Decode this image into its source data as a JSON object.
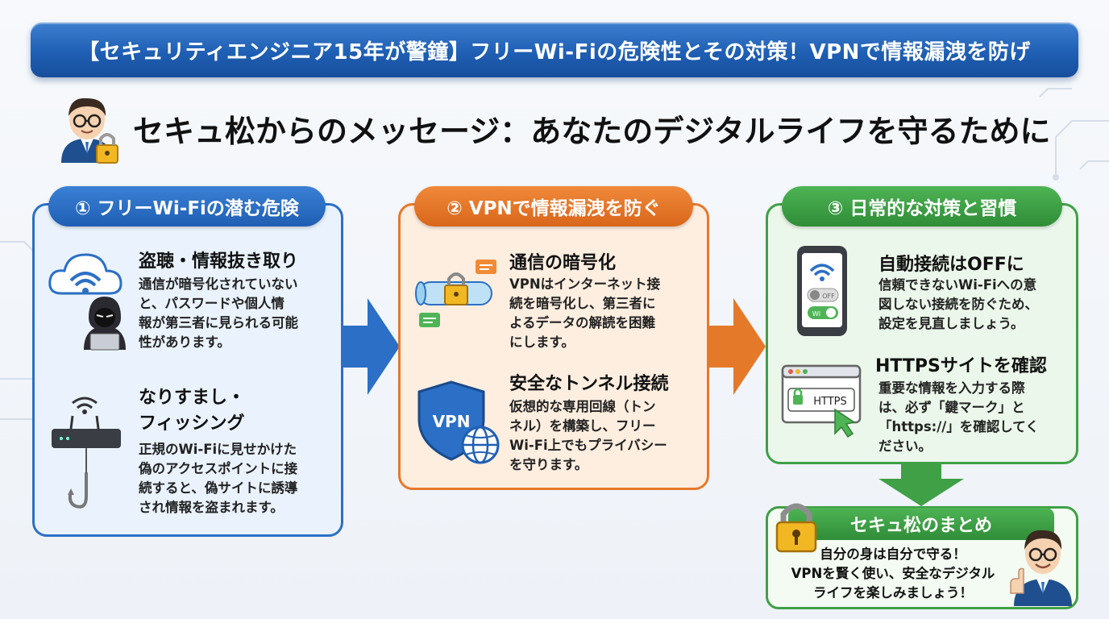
{
  "banner": {
    "title": "【セキュリティエンジニア15年が警鐘】フリーWi-Fiの危険性とその対策！VPNで情報漏洩を防げ"
  },
  "message": {
    "title": "セキュ松からのメッセージ：あなたのデジタルライフを守るために"
  },
  "panels": [
    {
      "label": "① フリーWi-Fiの潜む危険",
      "items": [
        {
          "heading": "盗聴・情報抜き取り",
          "lines": [
            "通信が暗号化されていない",
            "と、パスワードや個人情",
            "報が第三者に見られる可能",
            "性があります。"
          ]
        },
        {
          "heading_lines": [
            "なりすまし・",
            "フィッシング"
          ],
          "lines": [
            "正規のWi-Fiに見せかけた",
            "偽のアクセスポイントに接",
            "続すると、偽サイトに誘導",
            "され情報を盗まれます。"
          ]
        }
      ]
    },
    {
      "label": "② VPNで情報漏洩を防ぐ",
      "items": [
        {
          "heading": "通信の暗号化",
          "lines": [
            "VPNはインターネット接",
            "続を暗号化し、第三者に",
            "よるデータの解読を困難",
            "にします。"
          ]
        },
        {
          "heading": "安全なトンネル接続",
          "lines": [
            "仮想的な専用回線（トン",
            "ネル）を構築し、フリー",
            "Wi-Fi上でもプライバシー",
            "を守ります。"
          ]
        }
      ]
    },
    {
      "label": "③ 日常的な対策と習慣",
      "items": [
        {
          "heading": "自動接続はOFFに",
          "lines": [
            "信頼できないWi-Fiへの意",
            "図しない接続を防ぐため、",
            "設定を見直しましょう。"
          ]
        },
        {
          "heading": "HTTPSサイトを確認",
          "lines": [
            "重要な情報を入力する際",
            "は、必ず「鍵マーク」と",
            "「https://」を確認してく",
            "ださい。"
          ]
        }
      ]
    }
  ],
  "icon_text": {
    "vpn_shield": "VPN",
    "https_badge": "HTTPS",
    "toggle_off": "OFF",
    "toggle_on": "WI"
  },
  "summary": {
    "title": "セキュ松のまとめ",
    "lines": [
      "自分の身は自分で守る！",
      "VPNを賢く使い、安全なデジタル",
      "ライフを楽しみましょう！"
    ]
  },
  "colors": {
    "blue": "#2b6fc6",
    "orange": "#e5792a",
    "green": "#3fa046"
  }
}
